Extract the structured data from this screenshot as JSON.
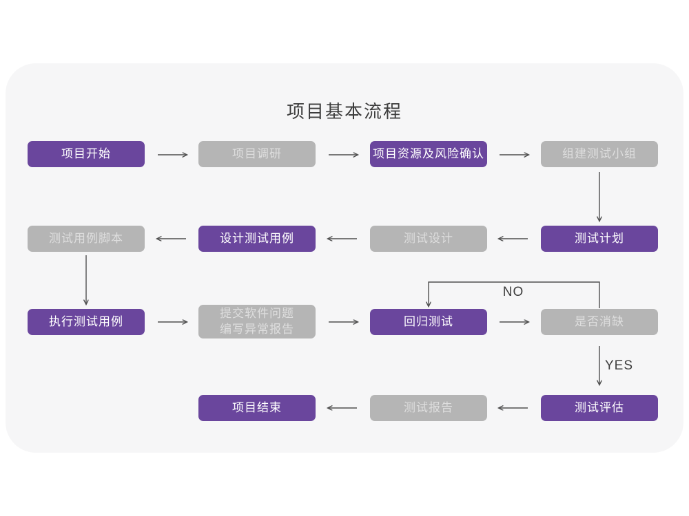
{
  "title": "项目基本流程",
  "colors": {
    "page-bg": "#ffffff",
    "panel-bg": "#f6f6f7",
    "title-color": "#3d3d3d",
    "label-color": "#3d3d3d",
    "purple": "#6a469d",
    "purple-text": "#ffffff",
    "gray": "#b5b5b5",
    "gray-text": "#dedede",
    "arrow": "#4f4f4f"
  },
  "nodes": [
    {
      "id": "project-start",
      "label": "项目开始",
      "variant": "purple"
    },
    {
      "id": "project-research",
      "label": "项目调研",
      "variant": "gray"
    },
    {
      "id": "resource-risk",
      "label": "项目资源及风险确认",
      "variant": "purple"
    },
    {
      "id": "build-team",
      "label": "组建测试小组",
      "variant": "gray"
    },
    {
      "id": "test-plan",
      "label": "测试计划",
      "variant": "purple"
    },
    {
      "id": "test-design",
      "label": "测试设计",
      "variant": "gray"
    },
    {
      "id": "design-cases",
      "label": "设计测试用例",
      "variant": "purple"
    },
    {
      "id": "case-script",
      "label": "测试用例脚本",
      "variant": "gray"
    },
    {
      "id": "execute-cases",
      "label": "执行测试用例",
      "variant": "purple"
    },
    {
      "id": "submit-issues",
      "label": "提交软件问题\n编写异常报告",
      "variant": "gray"
    },
    {
      "id": "regression",
      "label": "回归测试",
      "variant": "purple"
    },
    {
      "id": "defect-check",
      "label": "是否消缺",
      "variant": "gray"
    },
    {
      "id": "evaluation",
      "label": "测试评估",
      "variant": "purple"
    },
    {
      "id": "test-report",
      "label": "测试报告",
      "variant": "gray"
    },
    {
      "id": "project-end",
      "label": "项目结束",
      "variant": "purple"
    }
  ],
  "edges": [
    {
      "from": "project-start",
      "to": "project-research"
    },
    {
      "from": "project-research",
      "to": "resource-risk"
    },
    {
      "from": "resource-risk",
      "to": "build-team"
    },
    {
      "from": "build-team",
      "to": "test-plan"
    },
    {
      "from": "test-plan",
      "to": "test-design"
    },
    {
      "from": "test-design",
      "to": "design-cases"
    },
    {
      "from": "design-cases",
      "to": "case-script"
    },
    {
      "from": "case-script",
      "to": "execute-cases"
    },
    {
      "from": "execute-cases",
      "to": "submit-issues"
    },
    {
      "from": "submit-issues",
      "to": "regression"
    },
    {
      "from": "regression",
      "to": "defect-check"
    },
    {
      "from": "defect-check",
      "to": "regression",
      "label": "NO"
    },
    {
      "from": "defect-check",
      "to": "evaluation",
      "label": "YES"
    },
    {
      "from": "evaluation",
      "to": "test-report"
    },
    {
      "from": "test-report",
      "to": "project-end"
    }
  ]
}
